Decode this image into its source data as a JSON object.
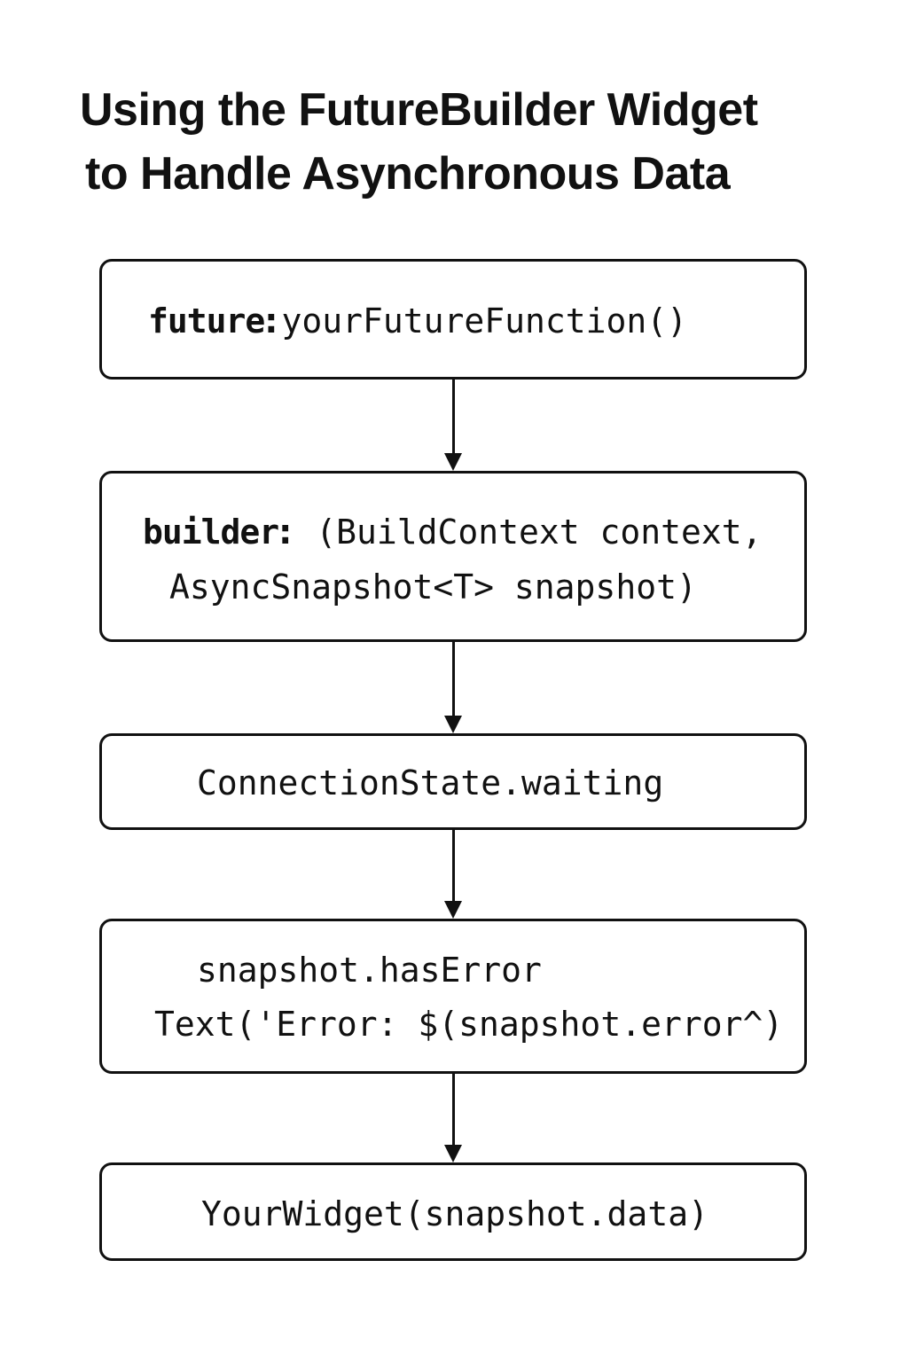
{
  "title": {
    "line1": "Using the FutureBuilder Widget",
    "line2": "to Handle Asynchronous Data"
  },
  "nodes": [
    {
      "keyword": "future:",
      "text": "yourFutureFunction()"
    },
    {
      "keyword": "builder:",
      "text": "(BuildContext context,",
      "text2": "AsyncSnapshot<T> snapshot)"
    },
    {
      "text": "ConnectionState.waiting"
    },
    {
      "text": "snapshot.hasError",
      "text2": "Text('Error: $(snapshot.error^)"
    },
    {
      "text": "YourWidget(snapshot.data)"
    }
  ],
  "colors": {
    "stroke": "#111111",
    "background": "#ffffff"
  }
}
